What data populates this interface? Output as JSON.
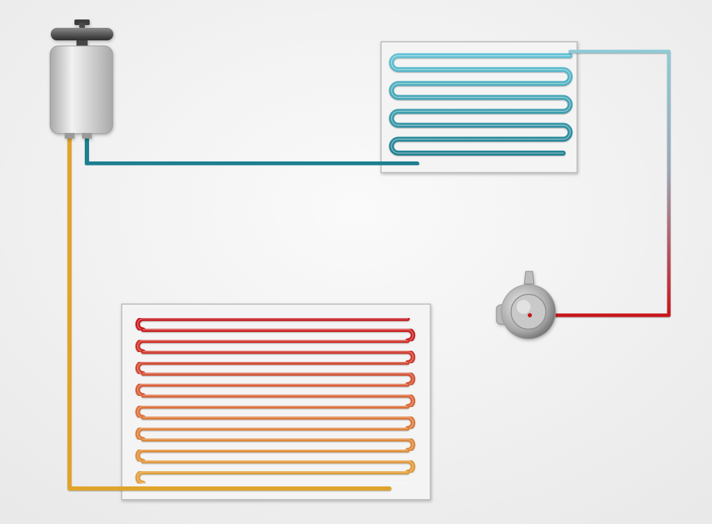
{
  "diagram": {
    "subject": "refrigeration-cycle",
    "components": [
      {
        "id": "compressor",
        "icon": "compressor-icon"
      },
      {
        "id": "evaporator",
        "icon": "coil-panel-icon",
        "loops": 8
      },
      {
        "id": "condenser",
        "icon": "coil-panel-icon",
        "loops": 16
      },
      {
        "id": "expansion-valve",
        "icon": "valve-icon"
      }
    ],
    "colors": {
      "background_light": "#fafafa",
      "background_dark": "#e9e9e9",
      "panel_fill": "#f4f4f4",
      "panel_border": "#b8b8b8",
      "cold_dark": "#1e7f91",
      "cold_light": "#5fc1d3",
      "cold_pale": "#8fcad6",
      "hot_red": "#c8141b",
      "hot_orange": "#d96a36",
      "warm_yellow": "#e2a436",
      "liquid_line": "#e0a32a",
      "metal_light": "#f2f2f2",
      "metal_dark": "#a9a9a9",
      "metal_shadow": "#6e6e6e"
    }
  }
}
